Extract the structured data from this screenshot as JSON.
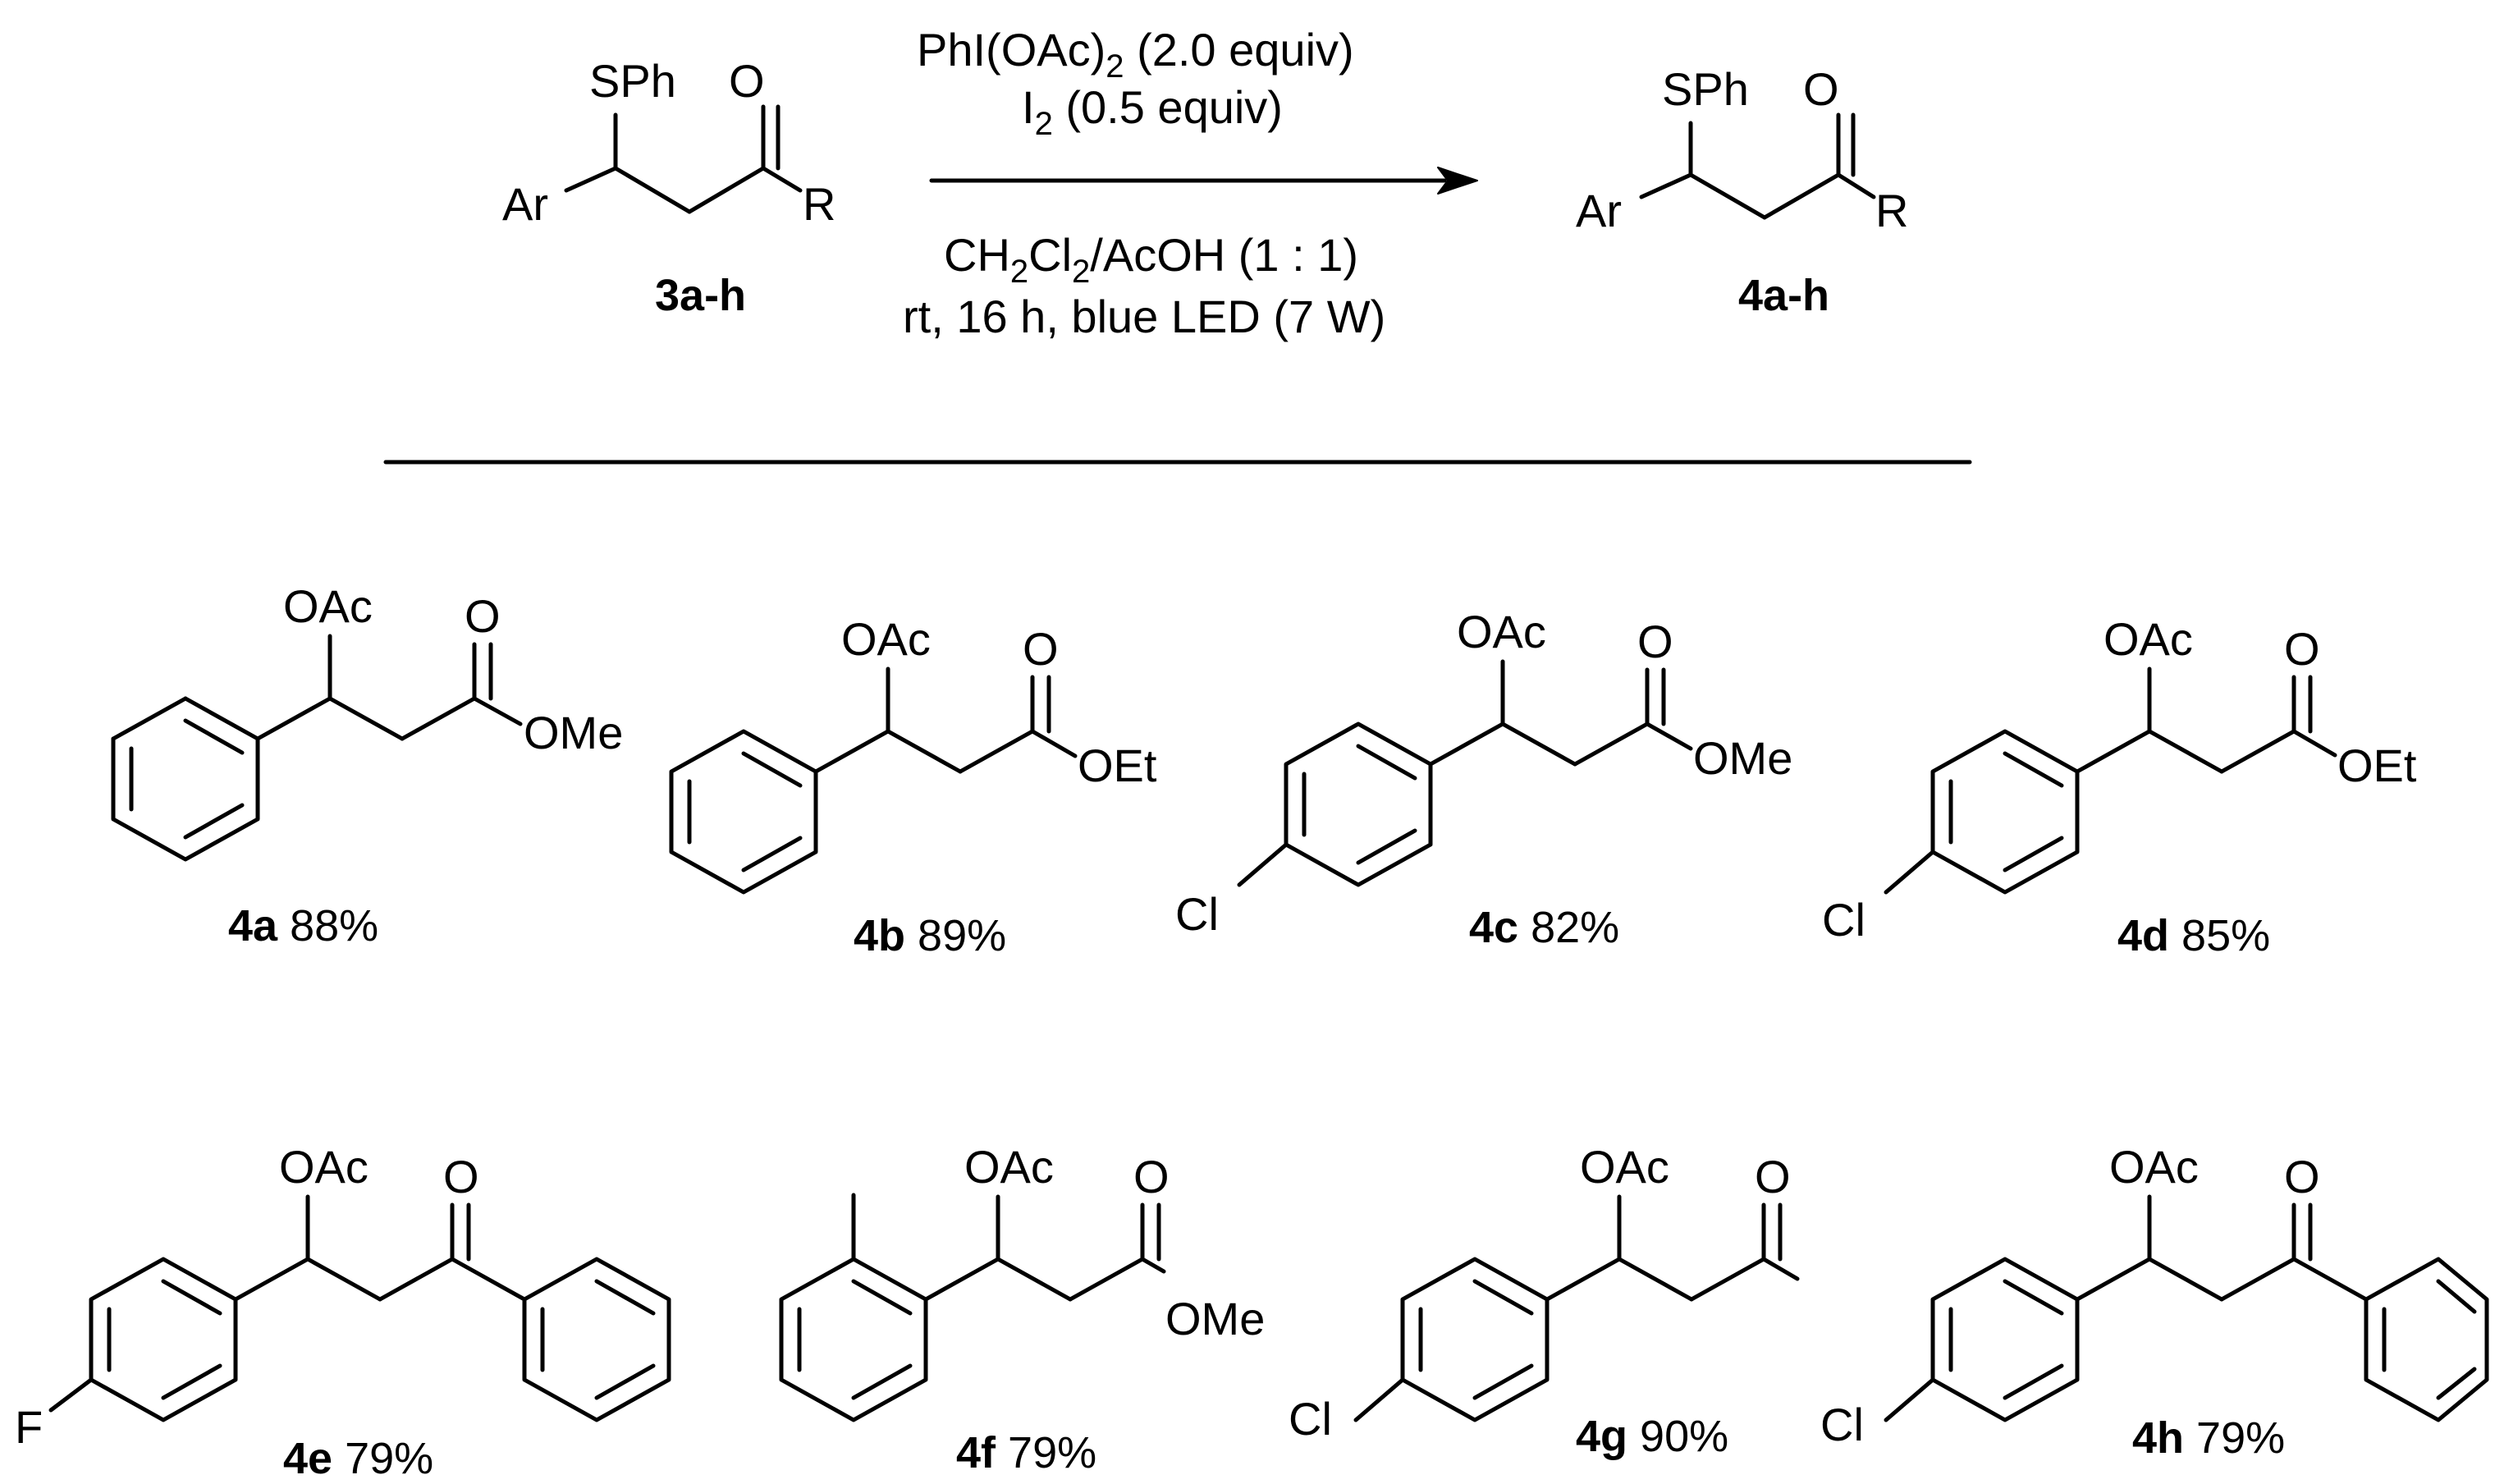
{
  "scheme": {
    "reactant_label": "3a-h",
    "product_label": "4a-h",
    "general": {
      "sph": "SPh",
      "ar": "Ar",
      "r": "R",
      "o": "O"
    },
    "conditions": {
      "reagent1_main": "PhI(OAc)",
      "reagent1_sub": "2",
      "reagent1_rest": " (2.0 equiv)",
      "reagent2_main": "I",
      "reagent2_sub": "2",
      "reagent2_rest": " (0.5 equiv)",
      "solvent_a": "CH",
      "solvent_sub1": "2",
      "solvent_b": "Cl",
      "solvent_sub2": "2",
      "solvent_c": "/AcOH (1 : 1)",
      "conditions_line": "rt, 16 h, blue LED (7 W)"
    }
  },
  "products": [
    {
      "id": "4a",
      "yield": "88%",
      "ester": "OMe"
    },
    {
      "id": "4b",
      "yield": "89%",
      "ester": "OEt"
    },
    {
      "id": "4c",
      "yield": "82%",
      "ester": "OMe",
      "para": "Cl"
    },
    {
      "id": "4d",
      "yield": "85%",
      "ester": "OEt",
      "para": "Cl"
    },
    {
      "id": "4e",
      "yield": "79%",
      "para": "F"
    },
    {
      "id": "4f",
      "yield": "79%",
      "ester": "OMe"
    },
    {
      "id": "4g",
      "yield": "90%",
      "para": "Cl"
    },
    {
      "id": "4h",
      "yield": "79%",
      "para": "Cl"
    }
  ],
  "atoms": {
    "oac": "OAc",
    "o": "O"
  }
}
